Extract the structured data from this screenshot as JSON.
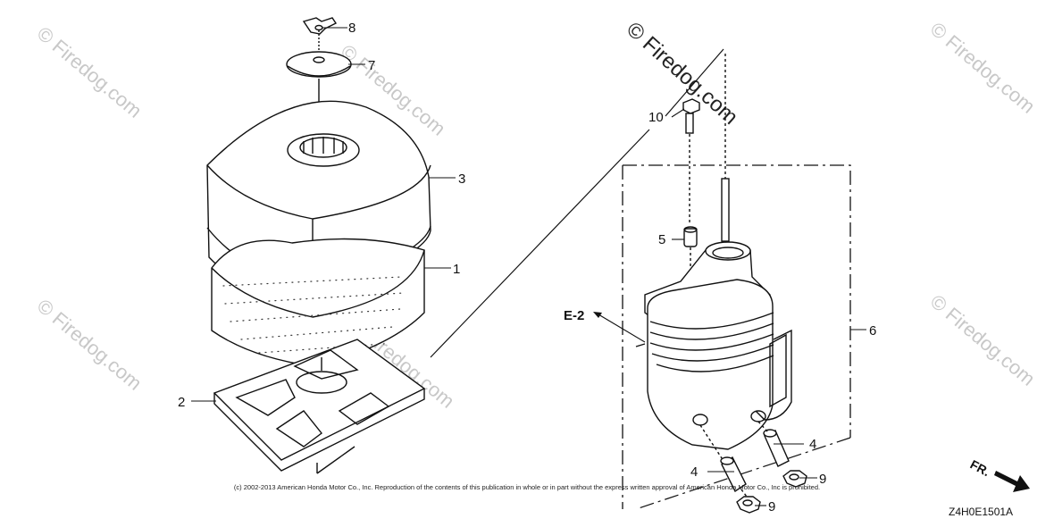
{
  "watermarks": {
    "brand": "© Firedog.com"
  },
  "parts": {
    "p1": "1",
    "p2": "2",
    "p3": "3",
    "p4a": "4",
    "p4b": "4",
    "p5": "5",
    "p6": "6",
    "p7": "7",
    "p8": "8",
    "p9a": "9",
    "p9b": "9",
    "p10": "10"
  },
  "reference": "E-2",
  "direction": "FR.",
  "copyright": "(c) 2002-2013 American Honda Motor Co., Inc. Reproduction of the contents of this publication in whole or in part without the express written approval of American Honda Motor Co., Inc is prohibited.",
  "figure_code": "Z4H0E1501A",
  "colors": {
    "line": "#111111",
    "watermark": "#c8c8c8"
  }
}
